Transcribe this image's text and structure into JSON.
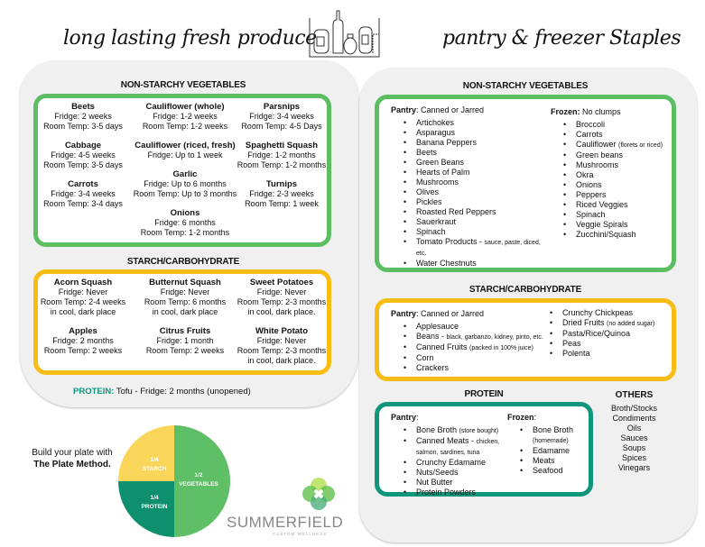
{
  "headers": {
    "left": "long lasting fresh produce",
    "right": "pantry & freezer Staples"
  },
  "colors": {
    "green": "#5dbd63",
    "yellow": "#f8bd14",
    "teal": "#10967a",
    "dark_green": "#0e8f6e",
    "light_yellow": "#f9d65a"
  },
  "fresh": {
    "nonstarchy": {
      "title": "NON-STARCHY VEGETABLES",
      "columns": [
        [
          {
            "name": "Beets",
            "lines": [
              "Fridge: 2 weeks",
              "Room Temp: 3-5 days"
            ]
          },
          {
            "name": "Cabbage",
            "lines": [
              "Fridge: 4-5 weeks",
              "Room Temp: 3-5 days"
            ]
          },
          {
            "name": "Carrots",
            "lines": [
              "Fridge: 3-4 weeks",
              "Room Temp: 3-4 days"
            ]
          }
        ],
        [
          {
            "name": "Cauliflower (whole)",
            "lines": [
              "Fridge: 1-2 weeks",
              "Room Temp: 1-2 weeks"
            ]
          },
          {
            "name": "Cauliflower (riced, fresh)",
            "lines": [
              "Fridge: Up to 1 week"
            ]
          },
          {
            "name": "Garlic",
            "lines": [
              "Fridge: Up to 6 months",
              "Room Temp: Up to 3 months"
            ]
          },
          {
            "name": "Onions",
            "lines": [
              "Fridge: 6 months",
              "Room Temp: 1-2 months"
            ]
          }
        ],
        [
          {
            "name": "Parsnips",
            "lines": [
              "Fridge: 3-4 weeks",
              "Room Temp: 4-5 Days"
            ]
          },
          {
            "name": "Spaghetti Squash",
            "lines": [
              "Fridge: 1-2 months",
              "Room Temp: 1-2 months"
            ]
          },
          {
            "name": "Turnips",
            "lines": [
              "Fridge: 2-3 weeks",
              "Room Temp: 1 week"
            ]
          }
        ]
      ]
    },
    "starch": {
      "title": "STARCH/CARBOHYDRATE",
      "columns": [
        [
          {
            "name": "Acorn Squash",
            "lines": [
              "Fridge: Never",
              "Room Temp: 2-4 weeks",
              "in cool, dark place"
            ]
          },
          {
            "name": "Apples",
            "lines": [
              "Fridge: 2 months",
              "Room Temp: 2 weeks"
            ]
          }
        ],
        [
          {
            "name": "Butternut Squash",
            "lines": [
              "Fridge: Never",
              "Room Temp: 6 months",
              "in cool, dark place"
            ]
          },
          {
            "name": "Citrus Fruits",
            "lines": [
              "Fridge: 1 month",
              "Room Temp: 2 weeks"
            ]
          }
        ],
        [
          {
            "name": "Sweet Potatoes",
            "lines": [
              "Fridge: Never",
              "Room Temp: 2-3 months",
              "in cool, dark place."
            ]
          },
          {
            "name": "White Potato",
            "lines": [
              "Fridge: Never",
              "Room Temp: 2-3 months",
              "in cool, dark place."
            ]
          }
        ]
      ]
    },
    "protein": {
      "label": "PROTEIN:",
      "text": "Tofu - Fridge: 2 months (unopened)"
    }
  },
  "staples": {
    "nonstarchy": {
      "title": "NON-STARCHY VEGETABLES",
      "pantry": {
        "label": "Pantry",
        "sub": ": Canned or Jarred",
        "items": [
          [
            "Artichokes",
            ""
          ],
          [
            "Asparagus",
            ""
          ],
          [
            "Banana Peppers",
            ""
          ],
          [
            "Beets",
            ""
          ],
          [
            "Green Beans",
            ""
          ],
          [
            "Hearts of Palm",
            ""
          ],
          [
            "Mushrooms",
            ""
          ],
          [
            "Olives",
            ""
          ],
          [
            "Pickles",
            ""
          ],
          [
            "Roasted Red Peppers",
            ""
          ],
          [
            "Sauerkraut",
            ""
          ],
          [
            "Spinach",
            ""
          ],
          [
            "Tomato Products - ",
            "sauce, paste, diced, etc."
          ],
          [
            "Water Chestnuts",
            ""
          ]
        ]
      },
      "frozen": {
        "label": "Frozen:",
        "sub": " No clumps",
        "items": [
          [
            "Broccoli",
            ""
          ],
          [
            "Carrots",
            ""
          ],
          [
            "Cauliflower ",
            "(florets or riced)"
          ],
          [
            "Green beans",
            ""
          ],
          [
            "Mushrooms",
            ""
          ],
          [
            "Okra",
            ""
          ],
          [
            "Onions",
            ""
          ],
          [
            "Peppers",
            ""
          ],
          [
            "Riced Veggies",
            ""
          ],
          [
            "Spinach",
            ""
          ],
          [
            "Veggie Spirals",
            ""
          ],
          [
            "Zucchini/Squash",
            ""
          ]
        ]
      }
    },
    "starch": {
      "title": "STARCH/CARBOHYDRATE",
      "pantry": {
        "label": "Pantry",
        "sub": ": Canned or Jarred",
        "items": [
          [
            "Applesauce",
            ""
          ],
          [
            "Beans - ",
            "black, garbanzo, kidney, pinto, etc."
          ],
          [
            "Canned Fruits ",
            "(packed in 100% juice)"
          ],
          [
            "Corn",
            ""
          ],
          [
            "Crackers",
            ""
          ]
        ]
      },
      "other": {
        "label": "",
        "sub": "",
        "items": [
          [
            "Crunchy Chickpeas",
            ""
          ],
          [
            "Dried Fruits ",
            "(no added sugar)"
          ],
          [
            "Pasta/Rice/Quinoa",
            ""
          ],
          [
            "Peas",
            ""
          ],
          [
            "Polenta",
            ""
          ]
        ]
      }
    },
    "protein": {
      "title": "PROTEIN",
      "pantry": {
        "label": "Pantry",
        "sub": ":",
        "items": [
          [
            "Bone Broth ",
            "(store bought)"
          ],
          [
            "Canned Meats - ",
            "chicken, salmon, sardines, tuna"
          ],
          [
            "Crunchy Edamame",
            ""
          ],
          [
            "Nuts/Seeds",
            ""
          ],
          [
            "Nut Butter",
            ""
          ],
          [
            "Protein Powders",
            ""
          ]
        ]
      },
      "frozen": {
        "label": "Frozen",
        "sub": ":",
        "items": [
          [
            "Bone Broth ",
            "(homemade)"
          ],
          [
            "Edamame",
            ""
          ],
          [
            "Meats",
            ""
          ],
          [
            "Seafood",
            ""
          ]
        ]
      }
    },
    "others": {
      "title": "OTHERS",
      "items": [
        "Broth/Stocks",
        "Condiments",
        "Oils",
        "Sauces",
        "Soups",
        "Spices",
        "Vinegars"
      ]
    }
  },
  "plate": {
    "intro": "Build your plate with",
    "method": "The Plate Method.",
    "starch": [
      "1/4",
      "STARCH"
    ],
    "protein": [
      "1/4",
      "PROTEIN"
    ],
    "vegetables": [
      "1/2",
      "VEGETABLES"
    ]
  },
  "logo": {
    "name": "SUMMERFIELD",
    "tagline": "CUSTOM WELLNESS"
  }
}
